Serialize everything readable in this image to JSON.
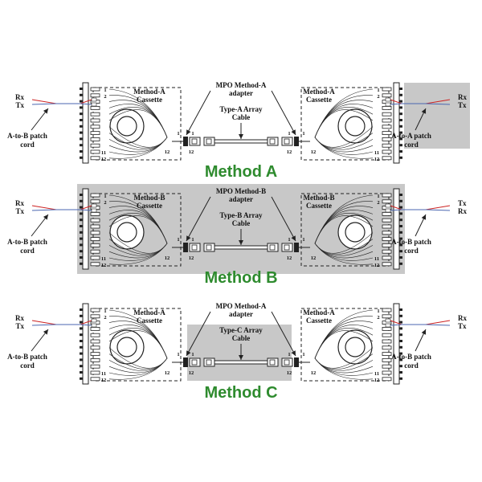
{
  "colors": {
    "title_green": "#2e8b2e",
    "shade_gray": "#c8c8c8",
    "line": "#222222",
    "cord_red": "#cc2222",
    "cord_blue": "#4a66b0"
  },
  "port_labels": {
    "first": "1",
    "second": "2",
    "eleven": "11",
    "twelve": "12"
  },
  "methods": [
    {
      "title": "Method A",
      "adapter_label": [
        "MPO Method-A",
        "adapter"
      ],
      "cable_label": [
        "Type-A Array",
        "Cable"
      ],
      "left_cassette": [
        "Method-A",
        "Cassette"
      ],
      "right_cassette": [
        "Method-A",
        "Cassette"
      ],
      "left_cord": {
        "top": "Rx",
        "bottom": "Tx",
        "label": [
          "A-to-B patch",
          "cord"
        ]
      },
      "right_cord": {
        "top": "Rx",
        "bottom": "Tx",
        "label": [
          "A-to-A patch",
          "cord"
        ]
      }
    },
    {
      "title": "Method B",
      "adapter_label": [
        "MPO Method-B",
        "adapter"
      ],
      "cable_label": [
        "Type-B Array",
        "Cable"
      ],
      "left_cassette": [
        "Method-B",
        "Cassette"
      ],
      "right_cassette": [
        "Method-B",
        "Cassette"
      ],
      "left_cord": {
        "top": "Rx",
        "bottom": "Tx",
        "label": [
          "A-to-B patch",
          "cord"
        ]
      },
      "right_cord": {
        "top": "Tx",
        "bottom": "Rx",
        "label": [
          "A-to-B patch",
          "cord"
        ]
      }
    },
    {
      "title": "Method C",
      "adapter_label": [
        "MPO Method-A",
        "adapter"
      ],
      "cable_label": [
        "Type-C Array",
        "Cable"
      ],
      "left_cassette": [
        "Method-A",
        "Cassette"
      ],
      "right_cassette": [
        "Method-A",
        "Cassette"
      ],
      "left_cord": {
        "top": "Rx",
        "bottom": "Tx",
        "label": [
          "A-to-B patch",
          "cord"
        ]
      },
      "right_cord": {
        "top": "Rx",
        "bottom": "Tx",
        "label": [
          "A-to-B patch",
          "cord"
        ]
      }
    }
  ]
}
